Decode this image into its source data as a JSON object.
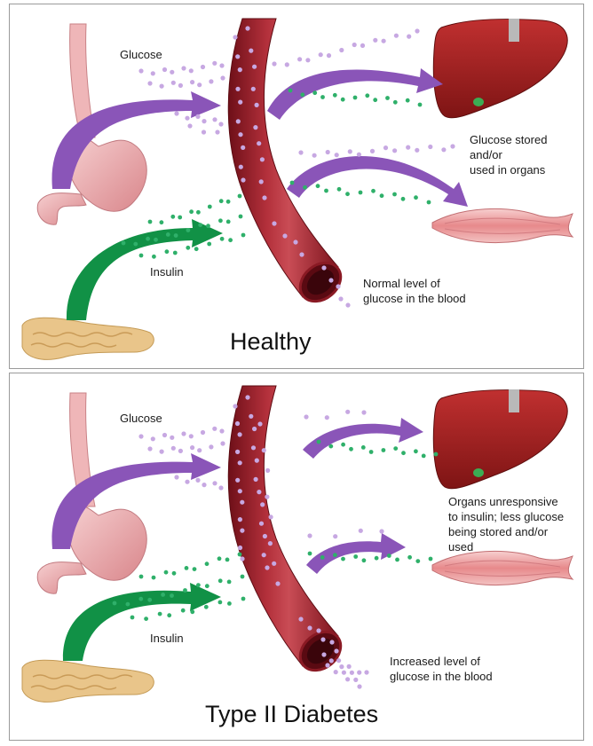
{
  "colors": {
    "glucose_arrow": "#8a55b8",
    "insulin_arrow": "#119146",
    "blood_vessel": "#a3202d",
    "liver": "#a41e1e",
    "muscle": "#e8a0a0",
    "stomach": "#eba8ac",
    "pancreas": "#e9c58a",
    "glucose_dot": "#c7a8e2",
    "insulin_dot": "#2fb06a"
  },
  "icons": [
    "stomach-icon",
    "pancreas-icon",
    "blood-vessel-icon",
    "liver-icon",
    "muscle-icon"
  ],
  "healthy": {
    "title": "Healthy",
    "glucose_label": "Glucose",
    "insulin_label": "Insulin",
    "organs_label": [
      "Glucose stored",
      "and/or",
      "used in organs"
    ],
    "blood_label": [
      "Normal level of",
      "glucose in the blood"
    ]
  },
  "diabetes": {
    "title": "Type II Diabetes",
    "glucose_label": "Glucose",
    "insulin_label": "Insulin",
    "organs_label": [
      "Organs unresponsive",
      "to insulin; less glucose",
      "being stored and/or",
      "used"
    ],
    "blood_label": [
      "Increased level of",
      "glucose in the blood"
    ]
  }
}
